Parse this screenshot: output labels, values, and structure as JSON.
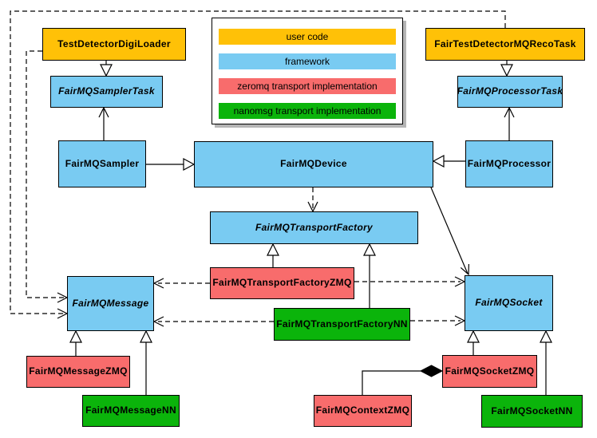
{
  "colors": {
    "user_code": "#FFC107",
    "framework": "#79CBF2",
    "zeromq": "#F86C6C",
    "nanomsg": "#0BB40B",
    "line": "#000000",
    "background": "#FFFFFF"
  },
  "legend": {
    "items": [
      {
        "label": "user code",
        "color": "#FFC107"
      },
      {
        "label": "framework",
        "color": "#79CBF2"
      },
      {
        "label": "zeromq transport implementation",
        "color": "#F86C6C"
      },
      {
        "label": "nanomsg transport implementation",
        "color": "#0BB40B"
      }
    ]
  },
  "nodes": [
    {
      "label": "TestDetectorDigiLoader",
      "category": "user code",
      "abstract": false
    },
    {
      "label": "FairTestDetectorMQRecoTask",
      "category": "user code",
      "abstract": false
    },
    {
      "label": "FairMQSamplerTask",
      "category": "framework",
      "abstract": true
    },
    {
      "label": "FairMQProcessorTask",
      "category": "framework",
      "abstract": true
    },
    {
      "label": "FairMQSampler",
      "category": "framework",
      "abstract": false
    },
    {
      "label": "FairMQDevice",
      "category": "framework",
      "abstract": false
    },
    {
      "label": "FairMQProcessor",
      "category": "framework",
      "abstract": false
    },
    {
      "label": "FairMQTransportFactory",
      "category": "framework",
      "abstract": true
    },
    {
      "label": "FairMQTransportFactoryZMQ",
      "category": "zeromq transport implementation",
      "abstract": false
    },
    {
      "label": "FairMQTransportFactoryNN",
      "category": "nanomsg transport implementation",
      "abstract": false
    },
    {
      "label": "FairMQMessage",
      "category": "framework",
      "abstract": true
    },
    {
      "label": "FairMQSocket",
      "category": "framework",
      "abstract": true
    },
    {
      "label": "FairMQMessageZMQ",
      "category": "zeromq transport implementation",
      "abstract": false
    },
    {
      "label": "FairMQMessageNN",
      "category": "nanomsg transport implementation",
      "abstract": false
    },
    {
      "label": "FairMQSocketZMQ",
      "category": "zeromq transport implementation",
      "abstract": false
    },
    {
      "label": "FairMQSocketNN",
      "category": "nanomsg transport implementation",
      "abstract": false
    },
    {
      "label": "FairMQContextZMQ",
      "category": "zeromq transport implementation",
      "abstract": false
    }
  ],
  "edges": [
    {
      "from": "TestDetectorDigiLoader",
      "to": "FairMQSamplerTask",
      "type": "generalization",
      "line": "solid"
    },
    {
      "from": "FairTestDetectorMQRecoTask",
      "to": "FairMQProcessorTask",
      "type": "generalization",
      "line": "solid"
    },
    {
      "from": "FairMQSampler",
      "to": "FairMQSamplerTask",
      "type": "association",
      "line": "solid"
    },
    {
      "from": "FairMQProcessor",
      "to": "FairMQProcessorTask",
      "type": "association",
      "line": "solid"
    },
    {
      "from": "FairMQSampler",
      "to": "FairMQDevice",
      "type": "generalization",
      "line": "solid"
    },
    {
      "from": "FairMQProcessor",
      "to": "FairMQDevice",
      "type": "generalization",
      "line": "solid"
    },
    {
      "from": "FairMQDevice",
      "to": "FairMQTransportFactory",
      "type": "dependency",
      "line": "dashed"
    },
    {
      "from": "FairMQDevice",
      "to": "FairMQSocket",
      "type": "association",
      "line": "solid"
    },
    {
      "from": "FairMQTransportFactoryZMQ",
      "to": "FairMQTransportFactory",
      "type": "generalization",
      "line": "solid"
    },
    {
      "from": "FairMQTransportFactoryNN",
      "to": "FairMQTransportFactory",
      "type": "generalization",
      "line": "solid"
    },
    {
      "from": "FairMQTransportFactoryZMQ",
      "to": "FairMQMessage",
      "type": "dependency",
      "line": "dashed"
    },
    {
      "from": "FairMQTransportFactoryZMQ",
      "to": "FairMQSocket",
      "type": "dependency",
      "line": "dashed"
    },
    {
      "from": "FairMQTransportFactoryNN",
      "to": "FairMQMessage",
      "type": "dependency",
      "line": "dashed"
    },
    {
      "from": "FairMQTransportFactoryNN",
      "to": "FairMQSocket",
      "type": "dependency",
      "line": "dashed"
    },
    {
      "from": "TestDetectorDigiLoader",
      "to": "FairMQMessage",
      "type": "dependency",
      "line": "dashed"
    },
    {
      "from": "FairTestDetectorMQRecoTask",
      "to": "FairMQMessage",
      "type": "dependency",
      "line": "dashed"
    },
    {
      "from": "FairMQMessageZMQ",
      "to": "FairMQMessage",
      "type": "generalization",
      "line": "solid"
    },
    {
      "from": "FairMQMessageNN",
      "to": "FairMQMessage",
      "type": "generalization",
      "line": "solid"
    },
    {
      "from": "FairMQSocketZMQ",
      "to": "FairMQSocket",
      "type": "generalization",
      "line": "solid"
    },
    {
      "from": "FairMQSocketNN",
      "to": "FairMQSocket",
      "type": "generalization",
      "line": "solid"
    },
    {
      "from": "FairMQContextZMQ",
      "to": "FairMQSocketZMQ",
      "type": "composition",
      "line": "solid"
    }
  ]
}
